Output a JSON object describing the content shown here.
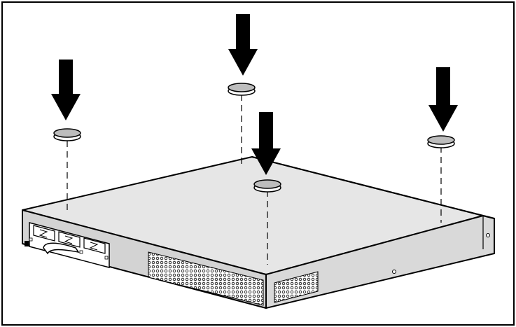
{
  "figure": {
    "frame_color": "#000000",
    "background": "#ffffff",
    "chassis_top_color": "#e6e6e6",
    "chassis_side_color": "#d3d3d3",
    "foot_top_color": "#bdbdbd",
    "arrow_color": "#000000",
    "feet": [
      {
        "id": "front-left",
        "icon": "rubber-foot-icon"
      },
      {
        "id": "rear-left",
        "icon": "rubber-foot-icon"
      },
      {
        "id": "front-right",
        "icon": "rubber-foot-icon"
      },
      {
        "id": "rear-right",
        "icon": "rubber-foot-icon"
      }
    ],
    "arrows": [
      {
        "id": "front-left",
        "icon": "arrow-down-icon"
      },
      {
        "id": "rear-left",
        "icon": "arrow-down-icon"
      },
      {
        "id": "front-right",
        "icon": "arrow-down-icon"
      },
      {
        "id": "rear-right",
        "icon": "arrow-down-icon"
      }
    ]
  }
}
